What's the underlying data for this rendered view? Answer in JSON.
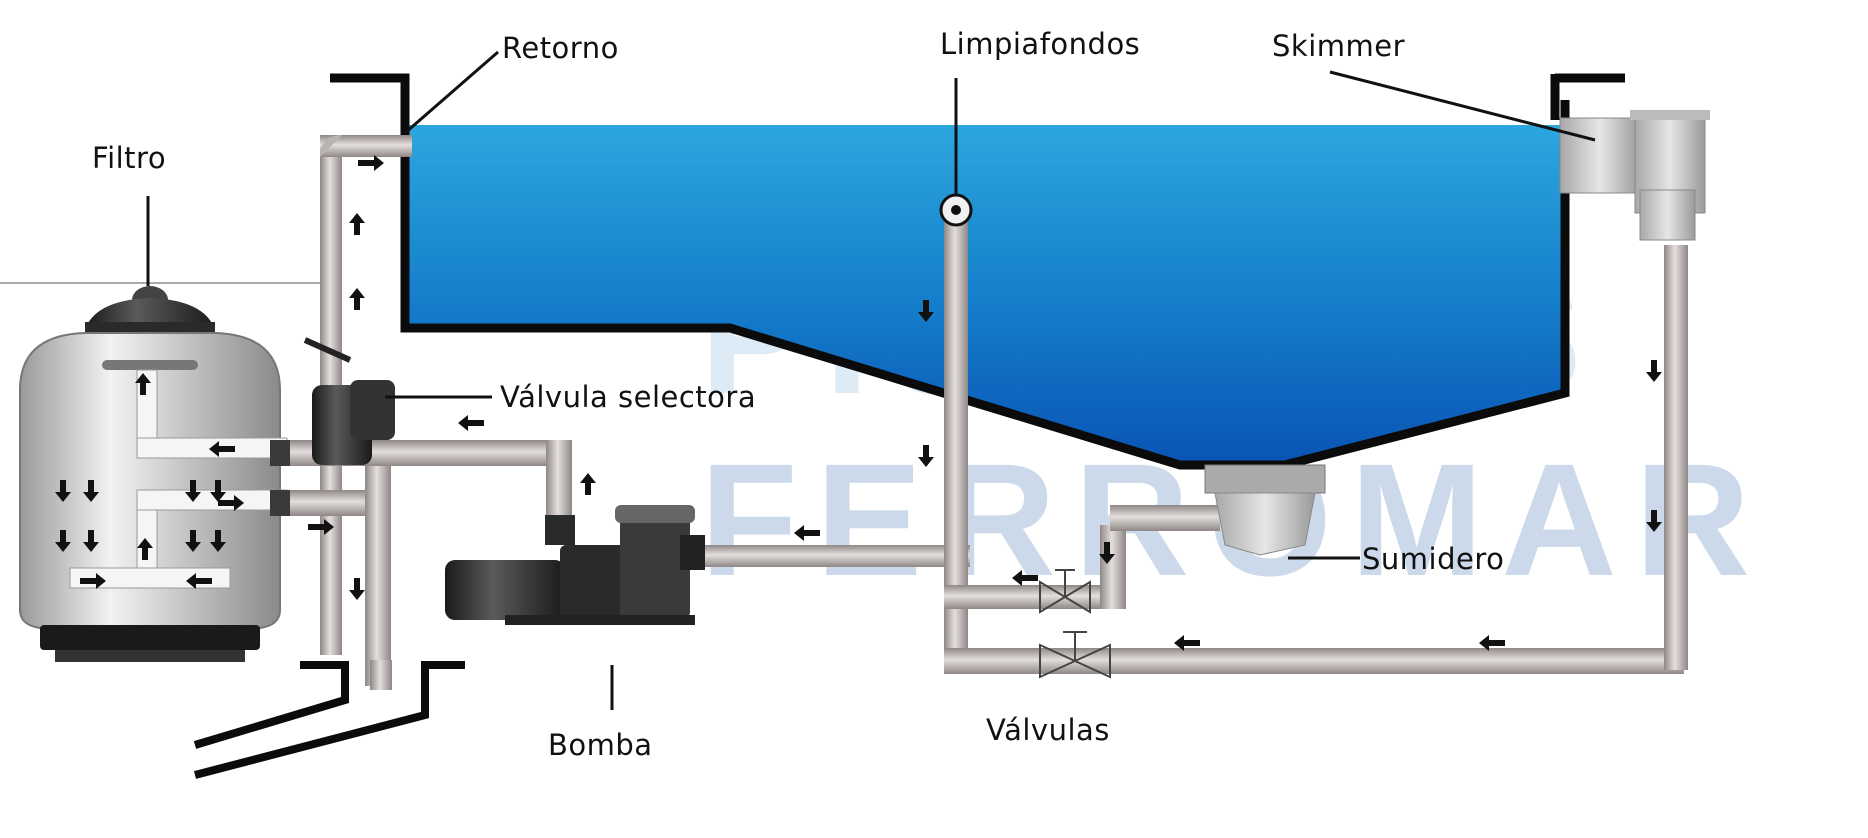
{
  "labels": {
    "filtro": "Filtro",
    "retorno": "Retorno",
    "limpiafondos": "Limpiafondos",
    "skimmer": "Skimmer",
    "valvula_selectora": "Válvula selectora",
    "sumidero": "Sumidero",
    "bomba": "Bomba",
    "valvulas": "Válvulas"
  },
  "watermark": {
    "line1": "PISCINAS",
    "line2": "FERROMAR"
  },
  "colors": {
    "water_top": "#2aa3dc",
    "water_bottom": "#0a57b8",
    "pool_wall": "#0b0b0b",
    "pipe": "#c9c3c0",
    "pipe_shade": "#8f8886",
    "watermark_line1": "#d8e9f4",
    "watermark_line2": "#c9d7e9"
  }
}
